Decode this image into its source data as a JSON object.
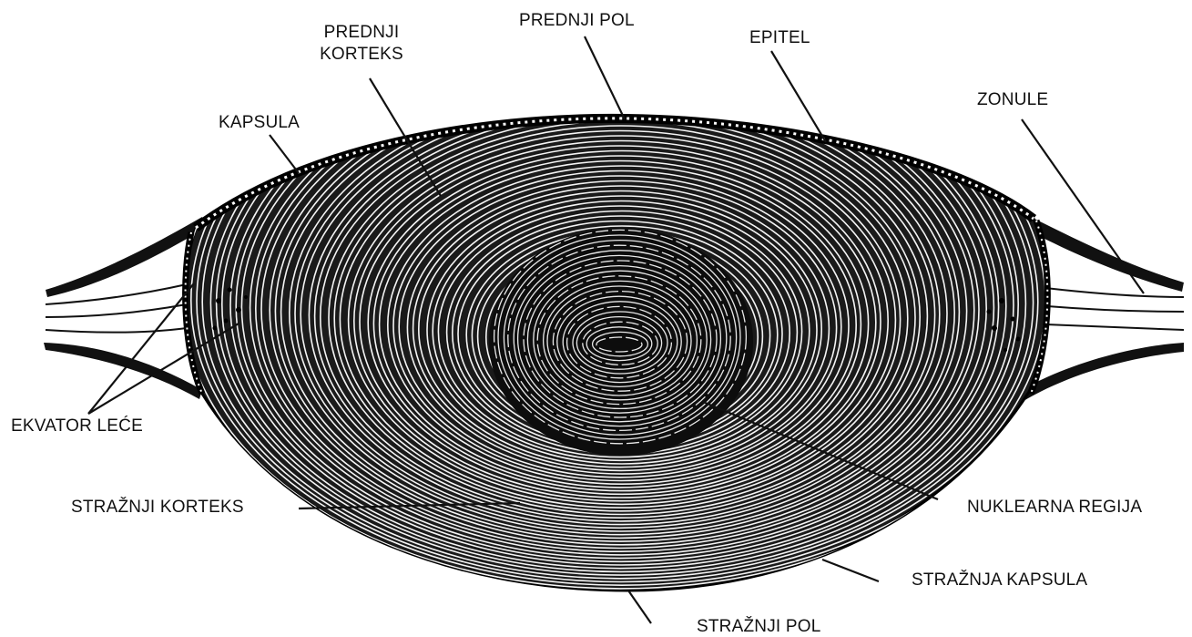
{
  "labels": {
    "prednji_pol": "PREDNJI POL",
    "prednji_korteks_line1": "PREDNJI",
    "prednji_korteks_line2": "KORTEKS",
    "epitel": "EPITEL",
    "kapsula": "KAPSULA",
    "zonule": "ZONULE",
    "ekvator_lece": "EKVATOR LEĆE",
    "straznji_korteks": "STRAŽNJI KORTEKS",
    "nuklearna_regija": "NUKLEARNA REGIJA",
    "straznja_kapsula": "STRAŽNJA KAPSULA",
    "straznji_pol": "STRAŽNJI POL"
  }
}
